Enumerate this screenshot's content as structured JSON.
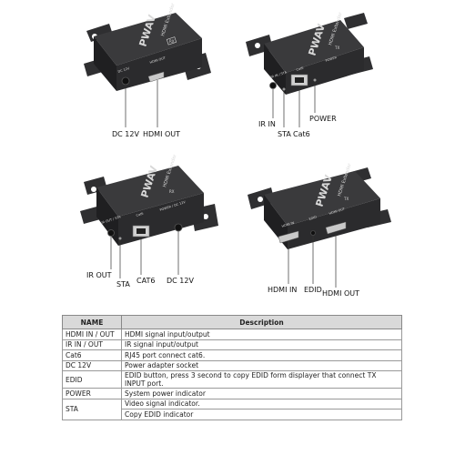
{
  "devices": {
    "top_left": {
      "brand": "PWAV",
      "model": "HDMI Extender",
      "badge": "RX",
      "ports": [
        "DC 12V",
        "HDMI OUT"
      ],
      "callouts": [
        "DC 12V",
        "HDMI OUT"
      ]
    },
    "top_right": {
      "brand": "PWAV",
      "model": "HDMI Extender",
      "badge": "TX",
      "ports": [
        "IR IN / STA",
        "Cat6",
        "POWER"
      ],
      "callouts": [
        "IR IN",
        "STA",
        "Cat6",
        "POWER"
      ]
    },
    "bottom_left": {
      "brand": "PWAV",
      "model": "HDMI Extender",
      "badge": "RX",
      "ports": [
        "IR OUT / STA",
        "Cat6",
        "POWER / DC 12V"
      ],
      "callouts": [
        "IR OUT",
        "STA",
        "CAT6",
        "DC 12V"
      ]
    },
    "bottom_right": {
      "brand": "PWAV",
      "model": "HDMI Extender",
      "badge": "TX",
      "ports": [
        "HDMI IN",
        "EDID",
        "HDMI OUT"
      ],
      "callouts": [
        "HDMI IN",
        "EDID",
        "HDMI OUT"
      ]
    }
  },
  "table": {
    "headers": [
      "NAME",
      "Description"
    ],
    "rows": [
      {
        "name": "HDMI IN / OUT",
        "desc": "HDMI signal input/output"
      },
      {
        "name": "IR IN / OUT",
        "desc": "IR signal input/output"
      },
      {
        "name": "Cat6",
        "desc": "RJ45 port connect cat6."
      },
      {
        "name": "DC 12V",
        "desc": "Power adapter socket"
      },
      {
        "name": "EDID",
        "desc": "EDID button, press 3 second to copy EDID form displayer that connect TX INPUT port."
      },
      {
        "name": "POWER",
        "desc": "System power indicator"
      },
      {
        "name": "STA",
        "desc": "Video signal indicator."
      },
      {
        "name": "",
        "desc": "Copy EDID indicator"
      }
    ]
  },
  "colors": {
    "device_body": "#2b2b2d",
    "device_top": "#3a3a3c",
    "table_header": "#d9d9d9",
    "port_silver": "#c9c9c9"
  }
}
